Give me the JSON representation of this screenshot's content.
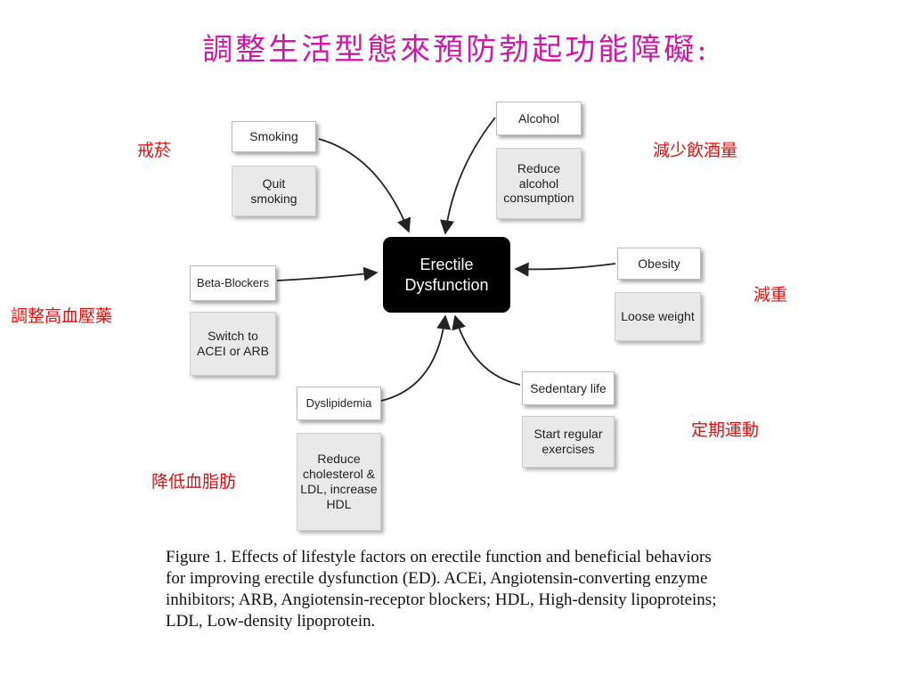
{
  "title": "調整生活型態來預防勃起功能障礙:",
  "colors": {
    "title": "#cc1aa8",
    "annotation": "#e01010",
    "arrow": "#222222"
  },
  "center": {
    "label": "Erectile\nDysfunction"
  },
  "factors": [
    {
      "id": "smoking",
      "factor": "Smoking",
      "action": "Quit\nsmoking",
      "chinese": "戒菸"
    },
    {
      "id": "alcohol",
      "factor": "Alcohol",
      "action": "Reduce\nalcohol\nconsumption",
      "chinese": "減少飲酒量"
    },
    {
      "id": "obesity",
      "factor": "Obesity",
      "action": "Loose weight",
      "chinese": "減重"
    },
    {
      "id": "betablockers",
      "factor": "Beta-Blockers",
      "action": "Switch to\nACEI or ARB",
      "chinese": "調整高血壓藥"
    },
    {
      "id": "dyslipidemia",
      "factor": "Dyslipidemia",
      "action": "Reduce\ncholesterol &\nLDL, increase\nHDL",
      "chinese": "降低血脂肪"
    },
    {
      "id": "sedentary",
      "factor": "Sedentary life",
      "action": "Start regular\nexercises",
      "chinese": "定期運動"
    }
  ],
  "caption": "Figure 1.  Effects of lifestyle factors on erectile function and beneficial behaviors for improving erectile dysfunction (ED). ACEi, Angiotensin-converting enzyme inhibitors; ARB, Angiotensin-receptor blockers; HDL, High-density lipoproteins; LDL, Low-density lipoprotein."
}
